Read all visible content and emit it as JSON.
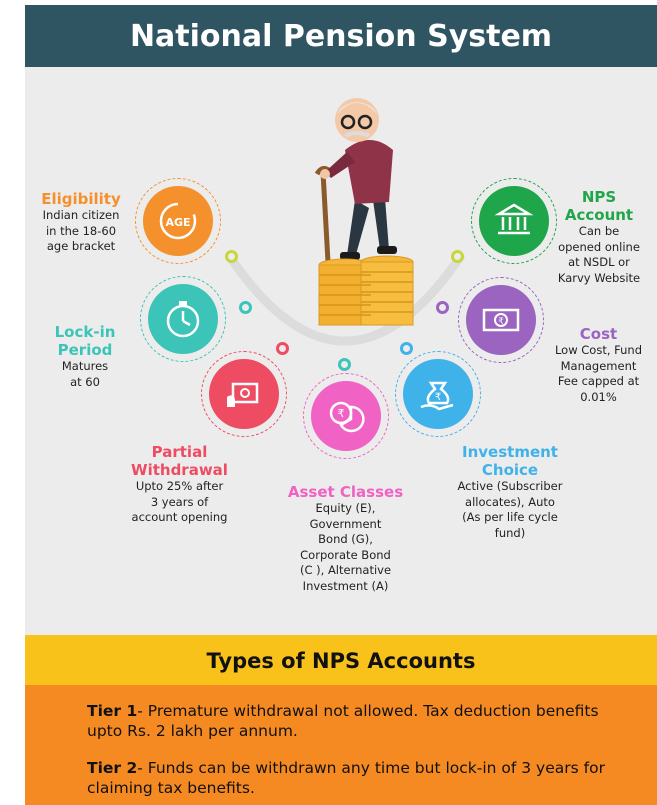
{
  "title": "National Pension System",
  "features": {
    "eligibility": {
      "title": "Eligibility",
      "text": [
        "Indian citizen",
        "in the 18-60",
        "age bracket"
      ],
      "icon_label": "AGE"
    },
    "lockin": {
      "title": [
        "Lock-in",
        "Period"
      ],
      "text": [
        "Matures",
        "at 60"
      ]
    },
    "partial": {
      "title": [
        "Partial",
        "Withdrawal"
      ],
      "text": [
        "Upto 25% after",
        "3 years of",
        "account opening"
      ]
    },
    "asset": {
      "title": "Asset Classes",
      "text": [
        "Equity (E),",
        "Government",
        "Bond (G),",
        "Corporate Bond",
        "(C ), Alternative",
        "Investment (A)"
      ]
    },
    "investment": {
      "title": [
        "Investment",
        "Choice"
      ],
      "text": [
        "Active (Subscriber",
        "allocates), Auto",
        "(As per life cycle",
        "fund)"
      ]
    },
    "cost": {
      "title": "Cost",
      "text": [
        "Low Cost, Fund",
        "Management",
        "Fee capped at",
        "0.01%"
      ]
    },
    "nps_account": {
      "title": [
        "NPS",
        "Account"
      ],
      "text": [
        "Can be",
        "opened online",
        "at NSDL or",
        "Karvy Website"
      ]
    }
  },
  "types_heading": "Types of NPS Accounts",
  "tiers": [
    {
      "label": "Tier 1",
      "sep": "-  ",
      "text": "Premature withdrawal not allowed.  Tax deduction benefits upto Rs. 2 lakh per annum."
    },
    {
      "label": "Tier 2",
      "sep": "- ",
      "text": "Funds can be withdrawn any time but lock-in of 3 years for claiming tax benefits."
    }
  ],
  "colors": {
    "header": "#2f5563",
    "eligibility": "#f5912d",
    "lockin": "#3cc4b8",
    "partial": "#ee4c62",
    "asset": "#f063c4",
    "investment": "#40b2ea",
    "cost": "#9a64c0",
    "nps_account": "#1fa64a",
    "types_band": "#f9c21a",
    "tiers_band": "#f58a23"
  },
  "icons": {
    "eligibility": "age-icon",
    "lockin": "stopwatch-icon",
    "partial": "cash-icon",
    "asset": "pie-chart-icon",
    "investment": "money-bag-icon",
    "cost": "banknote-icon",
    "nps_account": "bank-icon"
  }
}
